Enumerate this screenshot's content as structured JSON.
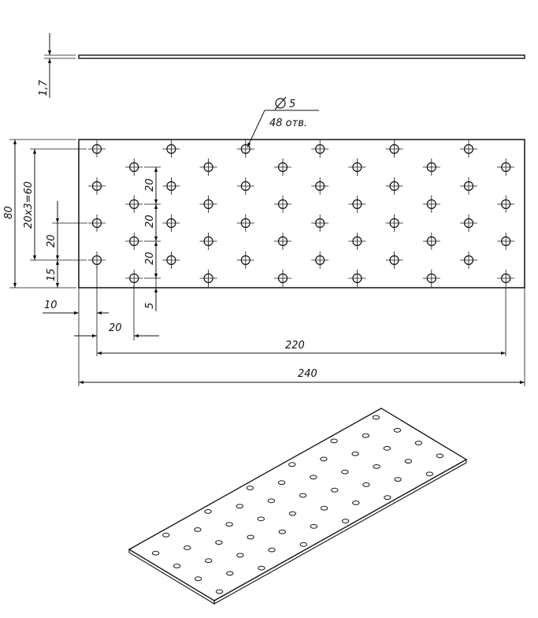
{
  "drawing": {
    "thickness_label": "1,7",
    "hole_diameter_label": "5",
    "hole_count_label": "48 отв.",
    "height_label": "80",
    "pitch_total_label": "20x3=60",
    "left_row_offset_label": "20",
    "bottom_row_offset_label": "15",
    "mid_pitch_labels": [
      "20",
      "20",
      "20"
    ],
    "stagger_offset_label": "5",
    "left_edge_label": "10",
    "col_pitch_label": "20",
    "hole_span_label": "220",
    "overall_length_label": "240"
  },
  "colors": {
    "line": "#111111",
    "background": "#ffffff"
  }
}
